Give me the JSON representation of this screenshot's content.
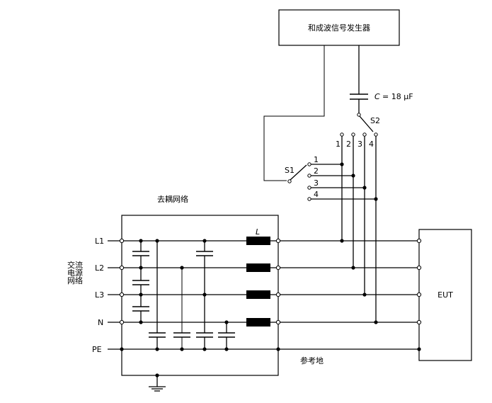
{
  "generator": {
    "label": "和成波信号发生器"
  },
  "capacitor": {
    "symbol": "C",
    "value": "= 18 μF"
  },
  "switches": {
    "s1": "S1",
    "s2": "S2"
  },
  "s2_positions": [
    "1",
    "2",
    "3",
    "4"
  ],
  "s1_positions": [
    "1",
    "2",
    "3",
    "4"
  ],
  "decoupling": {
    "title": "去耦网络",
    "inductor_label": "L"
  },
  "mains": {
    "line1": "交流",
    "line2": "电源",
    "line3": "网络"
  },
  "lines": [
    "L1",
    "L2",
    "L3",
    "N",
    "PE"
  ],
  "eut": {
    "label": "EUT"
  },
  "reference_ground": {
    "label": "参考地"
  }
}
